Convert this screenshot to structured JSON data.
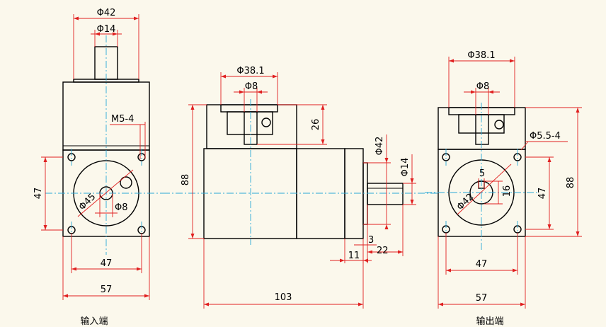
{
  "colors": {
    "outline": "#000000",
    "dimension": "#e02020",
    "centerline": "#2aa7d6",
    "background": "#fbf8ec"
  },
  "input_view": {
    "caption": "输入端",
    "dims": {
      "phi42": "Φ42",
      "phi14": "Φ14",
      "m5": "M5-4",
      "h47": "47",
      "phi45": "Φ45",
      "phi8": "Φ8",
      "w47": "47",
      "w57": "57"
    }
  },
  "side_view": {
    "dims": {
      "phi381": "Φ38.1",
      "phi8": "Φ8",
      "h26": "26",
      "h88": "88",
      "phi42": "Φ42",
      "phi14": "Φ14",
      "d3": "3",
      "d11": "11",
      "d22": "22",
      "w103": "103"
    }
  },
  "output_view": {
    "caption": "输出端",
    "dims": {
      "phi381": "Φ38.1",
      "phi8": "Φ8",
      "phi55": "Φ5.5-4",
      "d5": "5",
      "d16": "16",
      "phi42": "Φ42",
      "h47": "47",
      "h88": "88",
      "w47": "47",
      "w57": "57"
    }
  }
}
